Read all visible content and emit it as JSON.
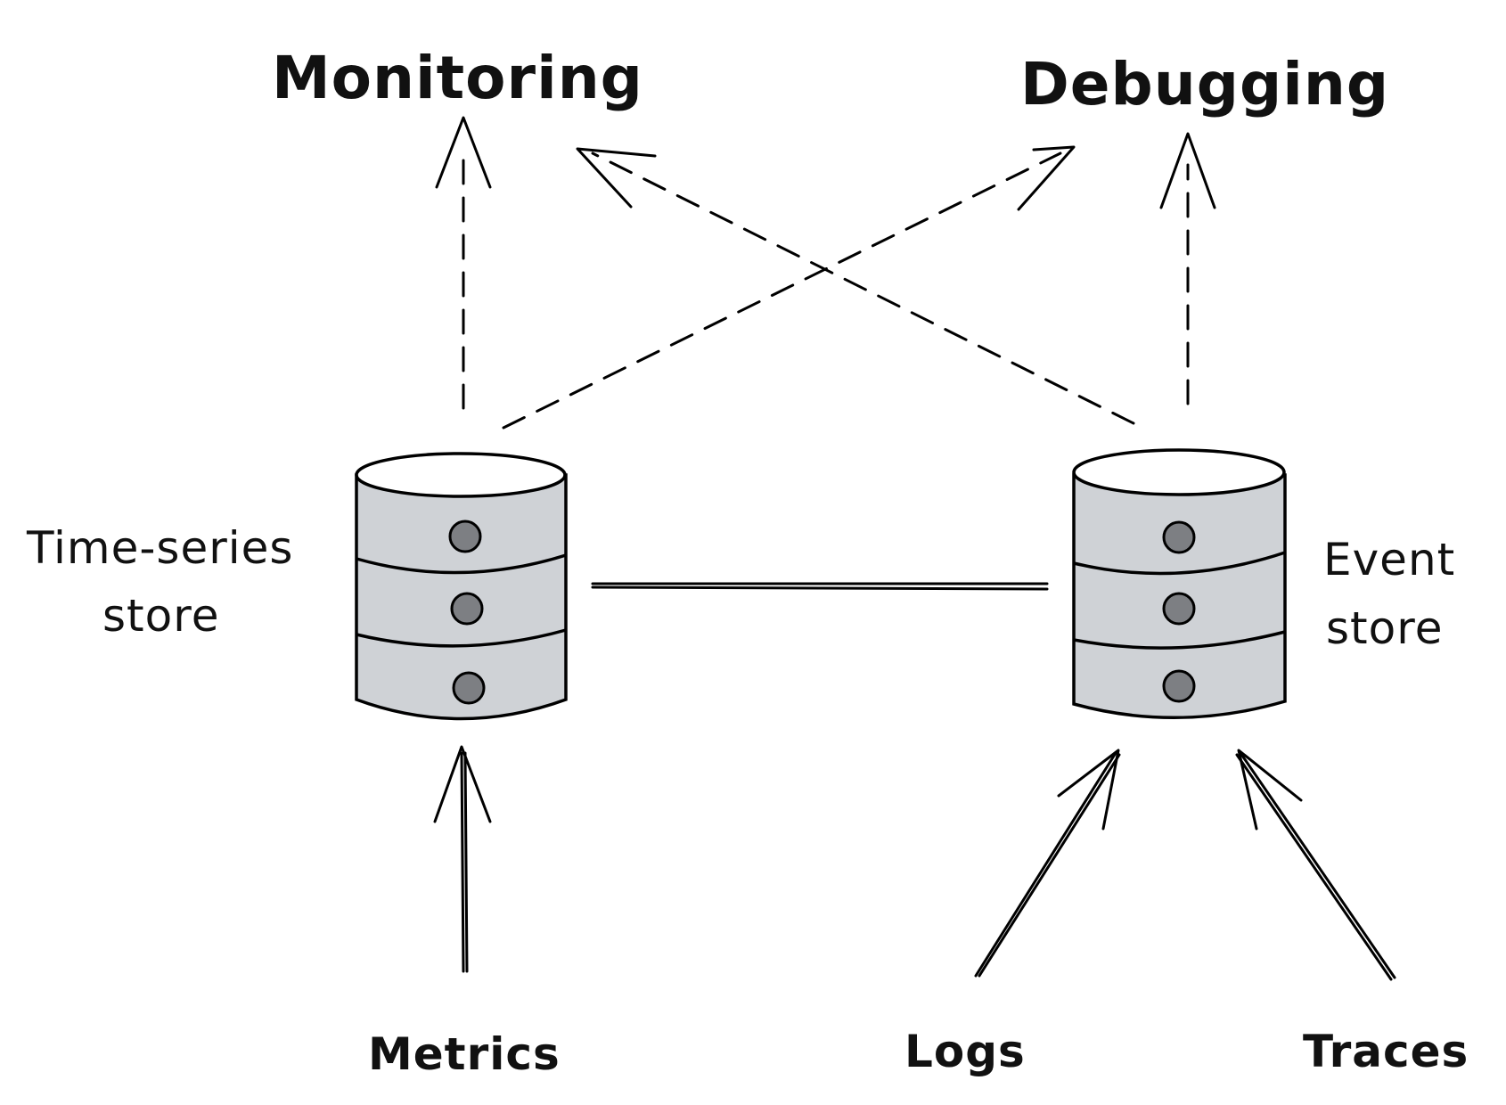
{
  "nodes": {
    "monitoring": "Monitoring",
    "debugging": "Debugging",
    "time_series_store": [
      "Time-series",
      "store"
    ],
    "event_store": [
      "Event",
      "store"
    ],
    "metrics": "Metrics",
    "logs": "Logs",
    "traces": "Traces"
  },
  "colors": {
    "ink": "#000000",
    "cylinder_fill": "#cfd2d6",
    "cylinder_dot": "#7d7f83",
    "background": "#ffffff"
  },
  "edges": [
    {
      "from": "time_series_store",
      "to": "monitoring",
      "style": "dashed"
    },
    {
      "from": "time_series_store",
      "to": "debugging",
      "style": "dashed"
    },
    {
      "from": "event_store",
      "to": "monitoring",
      "style": "dashed"
    },
    {
      "from": "event_store",
      "to": "debugging",
      "style": "dashed"
    },
    {
      "from": "time_series_store",
      "to": "event_store",
      "style": "solid-line"
    },
    {
      "from": "metrics",
      "to": "time_series_store",
      "style": "solid"
    },
    {
      "from": "logs",
      "to": "event_store",
      "style": "solid"
    },
    {
      "from": "traces",
      "to": "event_store",
      "style": "solid"
    }
  ]
}
